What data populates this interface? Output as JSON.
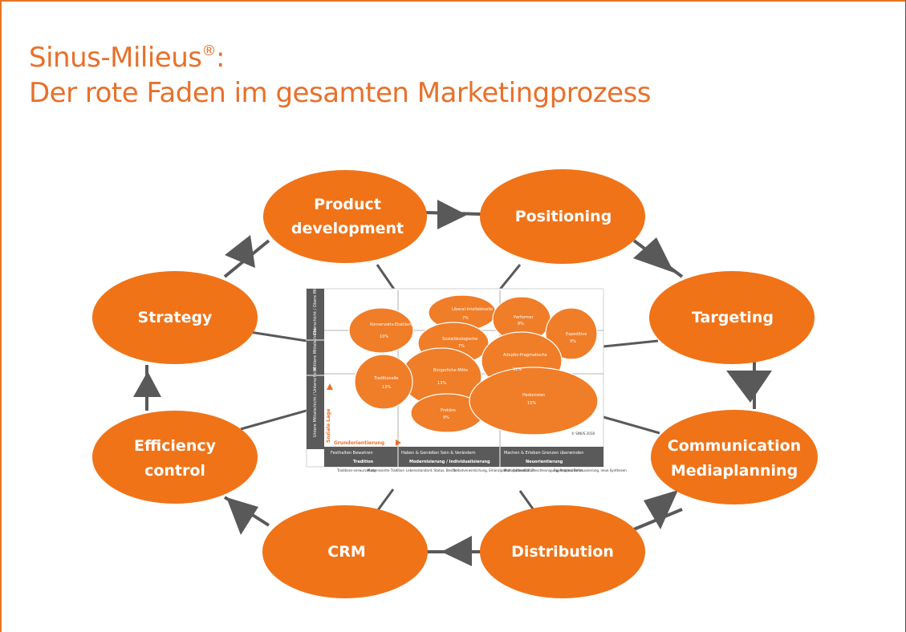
{
  "title": {
    "line1_main": "Sinus-Milieus",
    "line1_sup": "®",
    "line1_end": ":",
    "line2": "Der rote Faden im gesamten Marketingprozess"
  },
  "colors": {
    "accent": "#e8702a",
    "node": "#f07318",
    "connector": "#595959"
  },
  "nodes": [
    {
      "id": "product-development",
      "lines": [
        "Product",
        "development"
      ]
    },
    {
      "id": "positioning",
      "lines": [
        "Positioning"
      ]
    },
    {
      "id": "targeting",
      "lines": [
        "Targeting"
      ]
    },
    {
      "id": "communication-mediaplanning",
      "lines": [
        "Communication",
        "Mediaplanning"
      ]
    },
    {
      "id": "distribution",
      "lines": [
        "Distribution"
      ]
    },
    {
      "id": "crm",
      "lines": [
        "CRM"
      ]
    },
    {
      "id": "efficiency-control",
      "lines": [
        "Efficiency",
        "control"
      ]
    },
    {
      "id": "strategy",
      "lines": [
        "Strategy"
      ]
    }
  ],
  "milieu_map": {
    "y_axis_label": "Soziale Lage",
    "x_axis_label": "Grundorientierung",
    "y_bands": [
      "Oberschicht / Obere Mittelschicht",
      "Mittlere Mittelschicht",
      "Untere Mittelschicht / Unterschicht"
    ],
    "x_groups": [
      {
        "sub": "Festhalten  Bewahren",
        "main": "Tradition",
        "notes": [
          "Traditions-verwurzelung",
          "Modernisierte Tradition"
        ]
      },
      {
        "sub": "Haben & Genießen   Sein & Verändern",
        "main": "Modernisierung / Individualisierung",
        "notes": [
          "Lebensstandard, Status, Besitz",
          "Selbstverwirklichung, Emanzipation, Authentizität"
        ]
      },
      {
        "sub": "Machen & Erleben   Grenzen überwinden",
        "main": "Neuorientierung",
        "notes": [
          "Multioptionalität, Beschleunigung, Pragmatismus",
          "Exploration, Refokussierung, neue Synthesen"
        ]
      }
    ],
    "milieus": [
      {
        "name": "Konservativ-Etablierte",
        "share": "10%"
      },
      {
        "name": "Liberal-Intellektuelle",
        "share": "7%"
      },
      {
        "name": "Performer",
        "share": "8%"
      },
      {
        "name": "Expeditive",
        "share": "9%"
      },
      {
        "name": "Sozialökologische",
        "share": "7%"
      },
      {
        "name": "Adaptiv-Pragmatische",
        "share": "11%"
      },
      {
        "name": "Bürgerliche Mitte",
        "share": "13%"
      },
      {
        "name": "Traditionelle",
        "share": "13%"
      },
      {
        "name": "Prekäre",
        "share": "9%"
      },
      {
        "name": "Hedonisten",
        "share": "15%"
      }
    ],
    "copyright": "© SINUS 2018"
  }
}
